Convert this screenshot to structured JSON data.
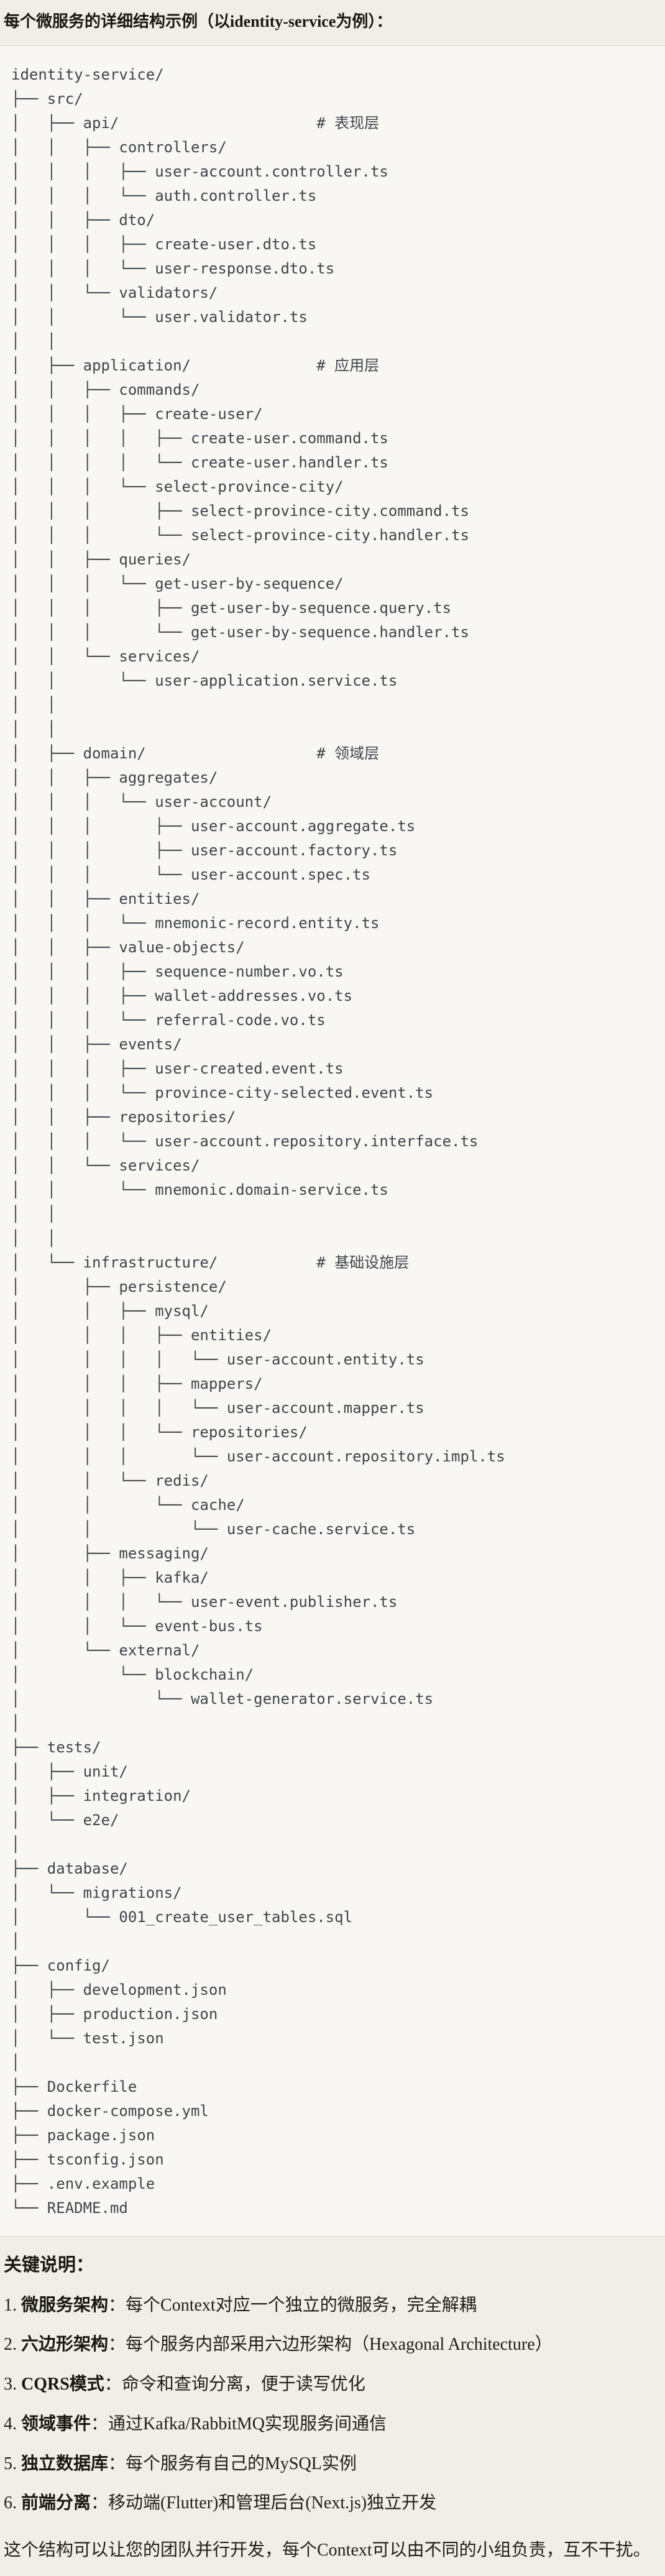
{
  "heading": "每个微服务的详细结构示例（以identity-service为例）：",
  "code_block": {
    "language": "plaintext",
    "lines": [
      "identity-service/",
      "├── src/",
      "│   ├── api/                      # 表现层",
      "│   │   ├── controllers/",
      "│   │   │   ├── user-account.controller.ts",
      "│   │   │   └── auth.controller.ts",
      "│   │   ├── dto/",
      "│   │   │   ├── create-user.dto.ts",
      "│   │   │   └── user-response.dto.ts",
      "│   │   └── validators/",
      "│   │       └── user.validator.ts",
      "│   │",
      "│   ├── application/              # 应用层",
      "│   │   ├── commands/",
      "│   │   │   ├── create-user/",
      "│   │   │   │   ├── create-user.command.ts",
      "│   │   │   │   └── create-user.handler.ts",
      "│   │   │   └── select-province-city/",
      "│   │   │       ├── select-province-city.command.ts",
      "│   │   │       └── select-province-city.handler.ts",
      "│   │   ├── queries/",
      "│   │   │   └── get-user-by-sequence/",
      "│   │   │       ├── get-user-by-sequence.query.ts",
      "│   │   │       └── get-user-by-sequence.handler.ts",
      "│   │   └── services/",
      "│   │       └── user-application.service.ts",
      "│   │",
      "│   │",
      "│   ├── domain/                   # 领域层",
      "│   │   ├── aggregates/",
      "│   │   │   └── user-account/",
      "│   │   │       ├── user-account.aggregate.ts",
      "│   │   │       ├── user-account.factory.ts",
      "│   │   │       └── user-account.spec.ts",
      "│   │   ├── entities/",
      "│   │   │   └── mnemonic-record.entity.ts",
      "│   │   ├── value-objects/",
      "│   │   │   ├── sequence-number.vo.ts",
      "│   │   │   ├── wallet-addresses.vo.ts",
      "│   │   │   └── referral-code.vo.ts",
      "│   │   ├── events/",
      "│   │   │   ├── user-created.event.ts",
      "│   │   │   └── province-city-selected.event.ts",
      "│   │   ├── repositories/",
      "│   │   │   └── user-account.repository.interface.ts",
      "│   │   └── services/",
      "│   │       └── mnemonic.domain-service.ts",
      "│   │",
      "│   │",
      "│   └── infrastructure/           # 基础设施层",
      "│       ├── persistence/",
      "│       │   ├── mysql/",
      "│       │   │   ├── entities/",
      "│       │   │   │   └── user-account.entity.ts",
      "│       │   │   ├── mappers/",
      "│       │   │   │   └── user-account.mapper.ts",
      "│       │   │   └── repositories/",
      "│       │   │       └── user-account.repository.impl.ts",
      "│       │   └── redis/",
      "│       │       └── cache/",
      "│       │           └── user-cache.service.ts",
      "│       ├── messaging/",
      "│       │   ├── kafka/",
      "│       │   │   └── user-event.publisher.ts",
      "│       │   └── event-bus.ts",
      "│       └── external/",
      "│           └── blockchain/",
      "│               └── wallet-generator.service.ts",
      "│",
      "├── tests/",
      "│   ├── unit/",
      "│   ├── integration/",
      "│   └── e2e/",
      "│",
      "├── database/",
      "│   └── migrations/",
      "│       └── 001_create_user_tables.sql",
      "│",
      "├── config/",
      "│   ├── development.json",
      "│   ├── production.json",
      "│   └── test.json",
      "│",
      "├── Dockerfile",
      "├── docker-compose.yml",
      "├── package.json",
      "├── tsconfig.json",
      "├── .env.example",
      "└── README.md"
    ]
  },
  "notes": {
    "heading": "关键说明：",
    "items": [
      {
        "num": "1.",
        "label": "微服务架构",
        "colon": "：",
        "text": "每个Context对应一个独立的微服务，完全解耦"
      },
      {
        "num": "2.",
        "label": "六边形架构",
        "colon": "：",
        "text": "每个服务内部采用六边形架构（Hexagonal Architecture）"
      },
      {
        "num": "3.",
        "label": "CQRS模式",
        "colon": "：",
        "text": "命令和查询分离，便于读写优化"
      },
      {
        "num": "4.",
        "label": "领域事件",
        "colon": "：",
        "text": "通过Kafka/RabbitMQ实现服务间通信"
      },
      {
        "num": "5.",
        "label": "独立数据库",
        "colon": "：",
        "text": "每个服务有自己的MySQL实例"
      },
      {
        "num": "6.",
        "label": "前端分离",
        "colon": "：",
        "text": "移动端(Flutter)和管理后台(Next.js)独立开发"
      }
    ],
    "footer": "这个结构可以让您的团队并行开发，每个Context可以由不同的小组负责，互不干扰。"
  },
  "colors": {
    "page_background": "#f0eee6",
    "code_background": "#f8f7f4",
    "code_border": "#d9d6cb",
    "code_text": "#40454b",
    "heading_text": "#181712",
    "body_text": "#201f1a"
  }
}
